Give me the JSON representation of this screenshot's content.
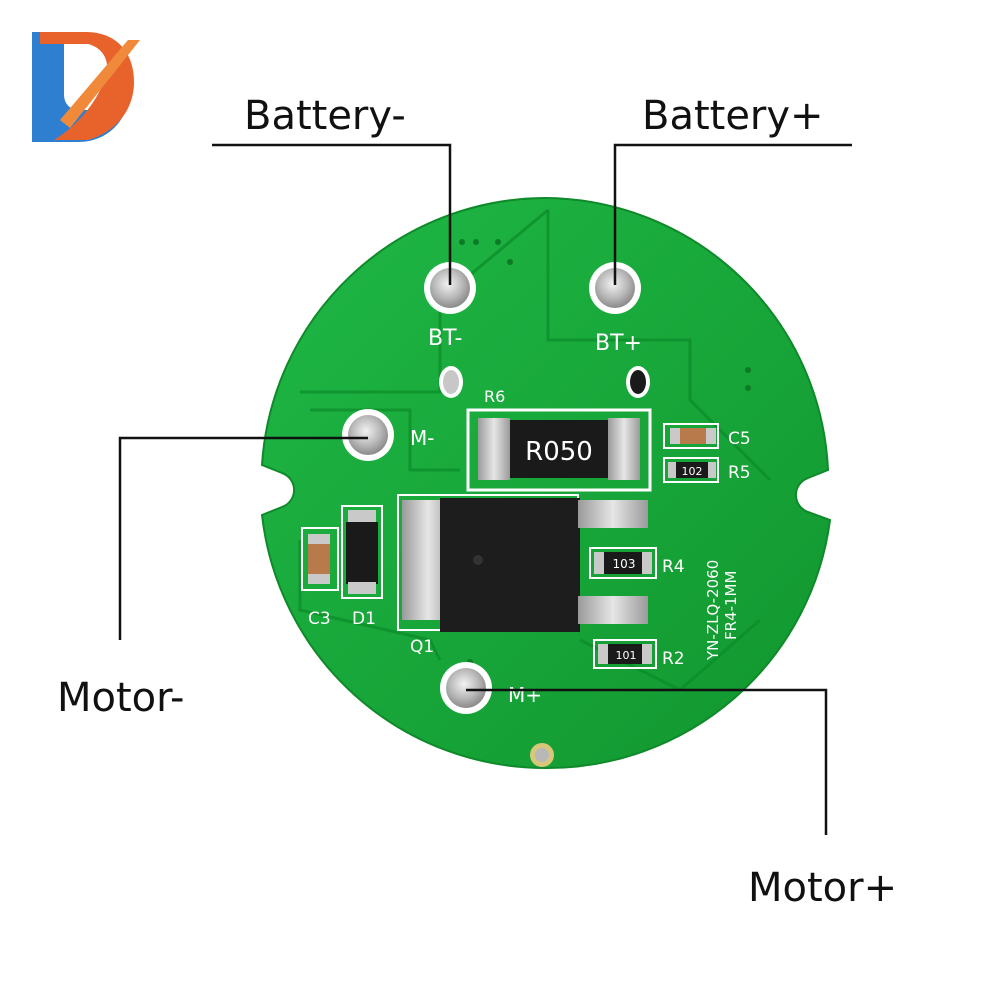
{
  "callouts": {
    "battery_negative": "Battery-",
    "battery_positive": "Battery+",
    "motor_negative": "Motor-",
    "motor_positive": "Motor+"
  },
  "silkscreen": {
    "bt_negative": "BT-",
    "bt_positive": "BT+",
    "m_negative": "M-",
    "m_positive": "M+",
    "r6": "R6",
    "c5": "C5",
    "r5": "R5",
    "r4": "R4",
    "r2": "R2",
    "c3": "C3",
    "d1": "D1",
    "q1": "Q1",
    "board_id": "YN-ZLQ-2060",
    "board_spec": "FR4-1MM"
  },
  "component_markings": {
    "shunt_resistor": "R050",
    "r5_code": "102",
    "r4_code": "103",
    "r2_code": "101"
  },
  "colors": {
    "board": "#17a83a",
    "pad": "#c9c9c9",
    "silk": "#ffffff",
    "leader": "#111111"
  }
}
